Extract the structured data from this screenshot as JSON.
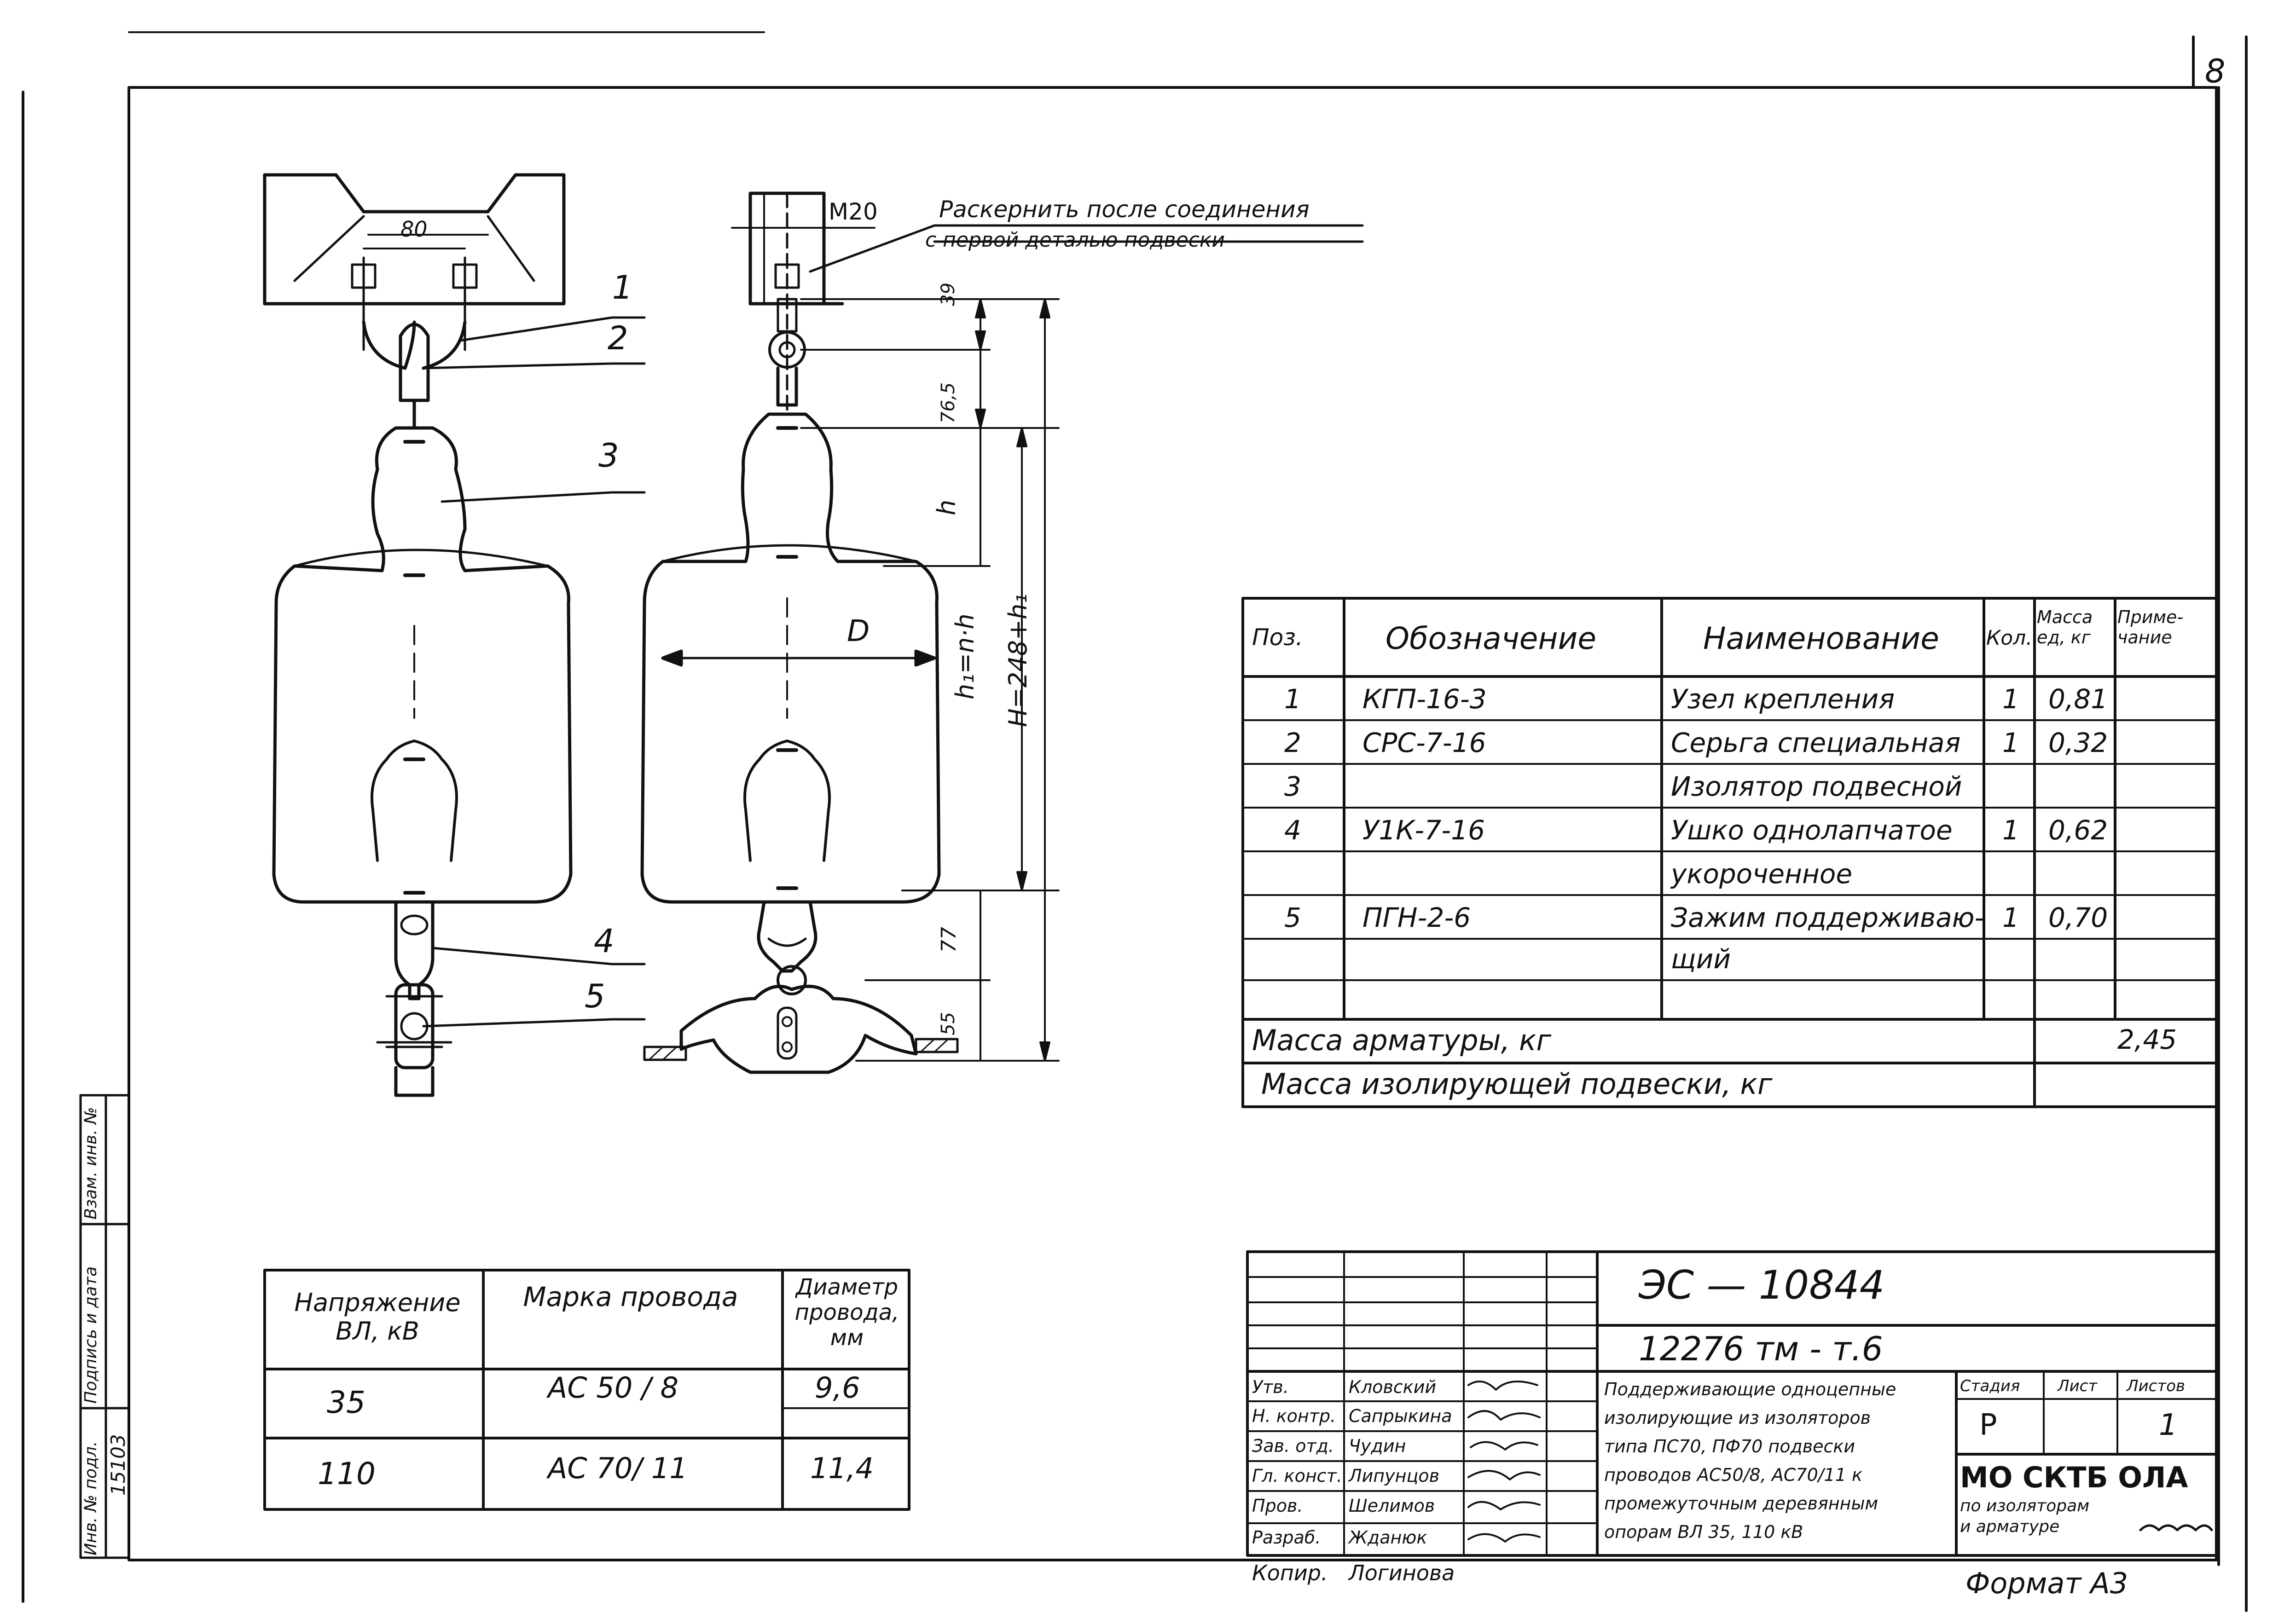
{
  "sheet_number": "8",
  "fastening_note": {
    "bolt": "М20",
    "line1": "Раскернить после соединения",
    "line2": "с первой деталью подвески"
  },
  "dimensions": {
    "bolt_spacing": "80",
    "d39": "39",
    "d76": "76,5",
    "h": "h",
    "D": "D",
    "h1": "h₁=n·h",
    "H": "H=248+h₁",
    "d77": "77",
    "d55": "55"
  },
  "callouts": [
    "1",
    "2",
    "3",
    "4",
    "5"
  ],
  "spec_table": {
    "headers": [
      "Поз.",
      "Обозначение",
      "Наименование",
      "Кол.",
      "Масса ед, кг",
      "Приме-чание"
    ],
    "rows": [
      [
        "1",
        "КГП-16-3",
        "Узел крепления",
        "1",
        "0,81",
        ""
      ],
      [
        "2",
        "СРС-7-16",
        "Серьга специальная",
        "1",
        "0,32",
        ""
      ],
      [
        "3",
        "",
        "Изолятор подвесной",
        "",
        "",
        ""
      ],
      [
        "4",
        "У1К-7-16",
        "Ушко однолапчатое",
        "1",
        "0,62",
        ""
      ],
      [
        "",
        "",
        "укороченное",
        "",
        "",
        ""
      ],
      [
        "5",
        "ПГН-2-6",
        "Зажим поддерживаю-",
        "1",
        "0,70",
        ""
      ],
      [
        "",
        "",
        "щий",
        "",
        "",
        ""
      ],
      [
        "",
        "",
        "",
        "",
        "",
        ""
      ]
    ],
    "mass_armature_label": "Масса арматуры, кг",
    "mass_armature_value": "2,45",
    "mass_suspension_label": "Масса изолирующей подвески, кг",
    "mass_suspension_value": ""
  },
  "voltage_table": {
    "headers": [
      "Напряжение ВЛ, кВ",
      "Марка провода",
      "Диаметр провода, мм"
    ],
    "rows": [
      [
        "35",
        "АС 50 / 8",
        "9,6"
      ],
      [
        "110",
        "АС 70/ 11",
        "11,4"
      ]
    ]
  },
  "side_stamp": {
    "labels": [
      "Инв. № подл.",
      "Подпись и дата",
      "Взам. инв. №"
    ],
    "inv_number": "15103"
  },
  "title_block": {
    "code1": "ЭС — 10844",
    "code2": "12276 тм - т.6",
    "roles": [
      {
        "role": "Утв.",
        "name": "Кловский"
      },
      {
        "role": "Н. контр.",
        "name": "Сапрыкина"
      },
      {
        "role": "Зав. отд.",
        "name": "Чудин"
      },
      {
        "role": "Гл. конст.",
        "name": "Липунцов"
      },
      {
        "role": "Пров.",
        "name": "Шелимов"
      },
      {
        "role": "Разраб.",
        "name": "Жданюк"
      }
    ],
    "description": [
      "Поддерживающие одноцепные",
      "изолирующие из изоляторов",
      "типа ПС70, ПФ70 подвески",
      "проводов АС50/8, АС70/11 к",
      "промежуточным деревянным",
      "опорам ВЛ 35, 110 кВ"
    ],
    "stage_label": "Стадия",
    "sheet_label": "Лист",
    "sheets_label": "Листов",
    "stage_value": "Р",
    "sheets_value": "1",
    "org_line1": "МО СКТБ ОЛА",
    "org_line2": "по изоляторам",
    "org_line3": "и арматуре",
    "copied_label": "Копир.",
    "copied_name": "Логинова",
    "format": "Формат А3"
  }
}
